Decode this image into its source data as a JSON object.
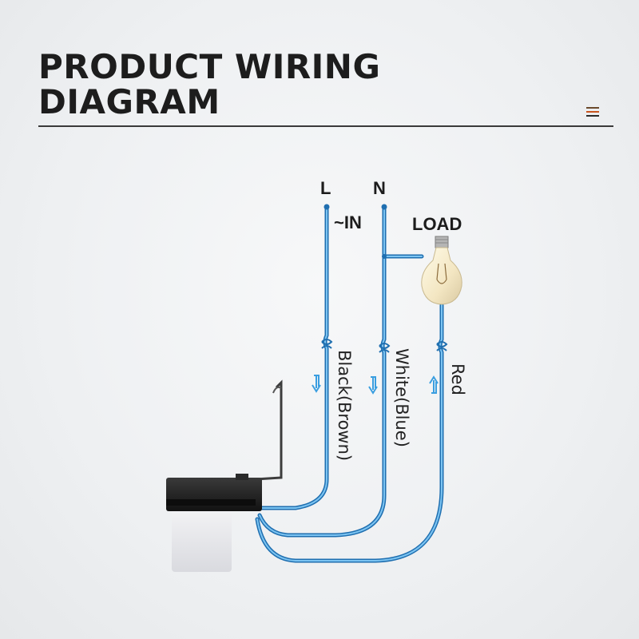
{
  "header": {
    "title_line1": "PRODUCT WIRING",
    "title_line2": "DIAGRAM"
  },
  "icons": {
    "menu": "menu-icon"
  },
  "colors": {
    "wire": "#3a9ee0",
    "wire_dark": "#1f6fb0",
    "arrow": "#3a9ee0",
    "menu_stripes": [
      "#6b4a2c",
      "#c8541f",
      "#2a2a2a"
    ]
  },
  "diagram": {
    "terminal_L": "L",
    "terminal_N": "N",
    "input_label": "~IN",
    "load_label": "LOAD",
    "wire_black": "Black(Brown)",
    "wire_white": "White(Blue)",
    "wire_red": "Red"
  }
}
